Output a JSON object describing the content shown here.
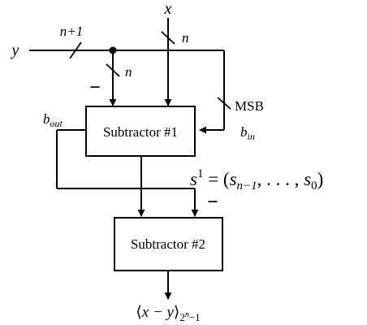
{
  "inputs": {
    "x": "x",
    "y": "y"
  },
  "bus_widths": {
    "y_bus": "n+1",
    "x_bus": "n",
    "y_to_sub1": "n",
    "msb_label": "MSB"
  },
  "signals": {
    "b_out_base": "b",
    "b_out_sub": "out",
    "b_in_base": "b",
    "b_in_sub": "in",
    "minus_1": "−",
    "minus_2": "−"
  },
  "blocks": {
    "subtractor1": "Subtractor #1",
    "subtractor2": "Subtractor #2"
  },
  "s1_expression": {
    "s": "s",
    "sup": "1",
    "rest_a": " = (",
    "s_a": "s",
    "sub_a": "n−1",
    "rest_b": ", . . . , ",
    "s_b": "s",
    "sub_b": "0",
    "rest_c": ")"
  },
  "output": {
    "open": "⟨",
    "expr": "x − y",
    "close": "⟩",
    "sub_base": "2",
    "sub_sup": "n",
    "sub_tail": "−1"
  }
}
